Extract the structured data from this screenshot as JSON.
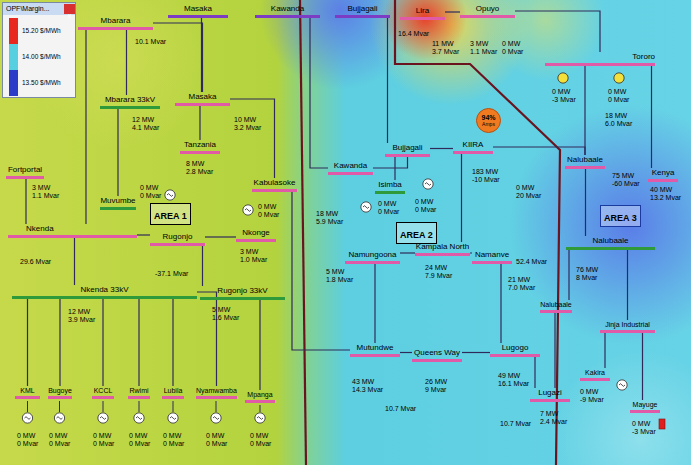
{
  "diagram": {
    "nodes": [
      {
        "text": [
          "OPF\\Margin..."
        ]
      },
      {
        "text": [
          "x"
        ],
        "in": 0
      },
      {
        "text": [
          "AREA 1"
        ]
      },
      {
        "text": [
          "AREA 2"
        ]
      },
      {
        "text": [
          "AREA 3"
        ]
      },
      {
        "text": [
          "Mbarara"
        ]
      },
      {
        "text": [
          "Masaka"
        ]
      },
      {
        "text": [
          "Kawanda"
        ]
      },
      {
        "text": [
          "Bujjagali"
        ]
      },
      {
        "text": [
          "Lira"
        ]
      },
      {
        "text": [
          "Opuyo"
        ]
      },
      {
        "text": [
          "Tororo"
        ]
      },
      {
        "text": [
          "Mbarara 33kV"
        ]
      },
      {
        "text": [
          "Masaka"
        ]
      },
      {
        "text": [
          "Kawanda"
        ]
      },
      {
        "text": [
          "Bujjagali"
        ]
      },
      {
        "text": [
          "KIIRA"
        ]
      },
      {
        "text": [
          "94%",
          "Amps"
        ]
      },
      {
        "text": [
          "Nalubaale"
        ]
      },
      {
        "text": [
          "Tanzania"
        ]
      },
      {
        "text": [
          "Kenya"
        ]
      },
      {
        "text": [
          "Fortportal"
        ]
      },
      {
        "text": [
          "Kabulasoke"
        ]
      },
      {
        "text": [
          "Isimba"
        ]
      },
      {
        "text": [
          "Nkenda"
        ]
      },
      {
        "text": [
          "Muvumbe"
        ]
      },
      {
        "text": [
          "Nkonge"
        ]
      },
      {
        "text": [
          "Rugonjo"
        ]
      },
      {
        "text": [
          "Namungoona"
        ]
      },
      {
        "text": [
          "Kampala North"
        ]
      },
      {
        "text": [
          "Namanve"
        ]
      },
      {
        "text": [
          "Nalubaale"
        ]
      },
      {
        "text": [
          "Nkenda 33kV"
        ]
      },
      {
        "text": [
          "Rugonjo 33kV"
        ]
      },
      {
        "text": [
          "Nalubaale"
        ]
      },
      {
        "text": [
          "Jinja Industrial"
        ]
      },
      {
        "text": [
          "Mutundwe"
        ]
      },
      {
        "text": [
          "Queens Way"
        ]
      },
      {
        "text": [
          "Lugogo"
        ]
      },
      {
        "text": [
          "Kakira"
        ]
      },
      {
        "text": [
          "KML"
        ]
      },
      {
        "text": [
          "Bugoye"
        ]
      },
      {
        "text": [
          "KCCL"
        ]
      },
      {
        "text": [
          "Rwimi"
        ]
      },
      {
        "text": [
          "Lubila"
        ]
      },
      {
        "text": [
          "Nyamwamba"
        ]
      },
      {
        "text": [
          "Mpanga"
        ]
      },
      {
        "text": [
          "Lugazi"
        ]
      },
      {
        "text": [
          "Mayuge"
        ]
      }
    ],
    "edges": [
      {
        "from": 5,
        "to": 12,
        "arrow": "none"
      },
      {
        "from": 6,
        "to": 13,
        "arrow": "none"
      },
      {
        "from": 5,
        "to": 13,
        "arrow": "none"
      },
      {
        "from": 13,
        "to": 19,
        "arrow": "none"
      },
      {
        "from": 13,
        "to": 22,
        "arrow": "none"
      },
      {
        "from": 5,
        "to": 24,
        "arrow": "none"
      },
      {
        "from": 24,
        "to": 21,
        "arrow": "none"
      },
      {
        "from": 24,
        "to": 27,
        "arrow": "none"
      },
      {
        "from": 27,
        "to": 26,
        "arrow": "none"
      },
      {
        "from": 27,
        "to": 33,
        "arrow": "none"
      },
      {
        "from": 24,
        "to": 32,
        "arrow": "none"
      },
      {
        "from": 12,
        "to": 25,
        "arrow": "none"
      },
      {
        "from": 32,
        "to": 40,
        "arrow": "none"
      },
      {
        "from": 32,
        "to": 41,
        "arrow": "none"
      },
      {
        "from": 32,
        "to": 42,
        "arrow": "none"
      },
      {
        "from": 32,
        "to": 43,
        "arrow": "none"
      },
      {
        "from": 32,
        "to": 44,
        "arrow": "none"
      },
      {
        "from": 32,
        "to": 45,
        "arrow": "none"
      },
      {
        "from": 33,
        "to": 46,
        "arrow": "none"
      },
      {
        "from": 22,
        "to": 36,
        "arrow": "none"
      },
      {
        "from": 7,
        "to": 14,
        "arrow": "none"
      },
      {
        "from": 8,
        "to": 15,
        "arrow": "none"
      },
      {
        "from": 14,
        "to": 15,
        "arrow": "none"
      },
      {
        "from": 15,
        "to": 23,
        "arrow": "none"
      },
      {
        "from": 15,
        "to": 16,
        "arrow": "none"
      },
      {
        "from": 16,
        "to": 18,
        "arrow": "none"
      },
      {
        "from": 16,
        "to": 29,
        "arrow": "none"
      },
      {
        "from": 28,
        "to": 29,
        "arrow": "none"
      },
      {
        "from": 28,
        "to": 36,
        "arrow": "none"
      },
      {
        "from": 29,
        "to": 30,
        "arrow": "none"
      },
      {
        "from": 36,
        "to": 37,
        "arrow": "none"
      },
      {
        "from": 37,
        "to": 38,
        "arrow": "none"
      },
      {
        "from": 38,
        "to": 30,
        "arrow": "none"
      },
      {
        "from": 38,
        "to": 47,
        "arrow": "none"
      },
      {
        "from": 9,
        "to": 10,
        "arrow": "none"
      },
      {
        "from": 10,
        "to": 11,
        "arrow": "none"
      },
      {
        "from": 11,
        "to": 20,
        "arrow": "none"
      },
      {
        "from": 11,
        "to": 18,
        "arrow": "none"
      },
      {
        "from": 18,
        "to": 31,
        "arrow": "none"
      },
      {
        "from": 31,
        "to": 34,
        "arrow": "none"
      },
      {
        "from": 31,
        "to": 35,
        "arrow": "none"
      },
      {
        "from": 35,
        "to": 39,
        "arrow": "none"
      },
      {
        "from": 35,
        "to": 48,
        "arrow": "none"
      },
      {
        "from": 34,
        "to": 47,
        "arrow": "none"
      }
    ],
    "labels": [
      "10.1 Mvar",
      "12 MW",
      "4.1 Mvar",
      "10 MW",
      "3.2 Mvar",
      "8 MW",
      "2.8 Mvar",
      "3 MW",
      "1.1 Mvar",
      "0 MW",
      "0 Mvar",
      "0 MW",
      "0 Mvar",
      "29.6 Mvar",
      "-37.1 Mvar",
      "3 MW",
      "1.0 Mvar",
      "18 MW",
      "5.9 Mvar",
      "12 MW",
      "3.9 Mvar",
      "5 MW",
      "1.6 Mvar",
      "0 MW",
      "0 Mvar",
      "0 MW",
      "0 Mvar",
      "0 MW",
      "0 Mvar",
      "0 MW",
      "0 Mvar",
      "0 MW",
      "0 Mvar",
      "0 MW",
      "0 Mvar",
      "0 MW",
      "0 Mvar",
      "0 MW",
      "0 Mvar",
      "0 MW",
      "0 Mvar",
      "183 MW",
      "-10 Mvar",
      "0 MW",
      "20 Mvar",
      "5 MW",
      "1.8 Mvar",
      "24 MW",
      "7.9 Mvar",
      "21 MW",
      "7.0 Mvar",
      "52.4 Mvar",
      "43 MW",
      "14.3 Mvar",
      "10.7 Mvar",
      "26 MW",
      "9 Mvar",
      "49 MW",
      "16.1 Mvar",
      "10.7 Mvar",
      "16.4 Mvar",
      "11 MW",
      "3.7 Mvar",
      "3 MW",
      "1.1 Mvar",
      "0 MW",
      "0 Mvar",
      "0 MW",
      "-3 Mvar",
      "0 MW",
      "0 Mvar",
      "18 MW",
      "6.0 Mvar",
      "40 MW",
      "13.2 Mvar",
      "75 MW",
      "-60 Mvar",
      "76 MW",
      "8 Mvar",
      "7 MW",
      "2.4 Mvar",
      "0 MW",
      "-9 Mvar",
      "0 MW",
      "-3 Mvar"
    ],
    "legend": [
      {
        "text": "15.20 $/MWh",
        "color": "#e8281e"
      },
      {
        "text": "14.00 $/MWh",
        "color": "#56cfe0"
      },
      {
        "text": "13.50 $/MWh",
        "color": "#2a3cc8"
      }
    ]
  }
}
